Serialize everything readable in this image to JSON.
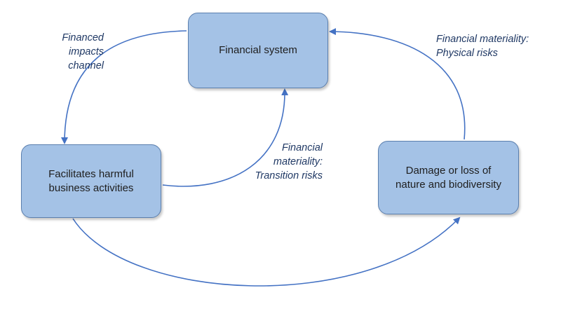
{
  "nodes": {
    "financial_system": "Financial system",
    "harmful_activities": "Facilitates harmful\nbusiness activities",
    "nature_loss": "Damage or loss of\nnature and biodiversity"
  },
  "labels": {
    "financed_impacts": "Financed\nimpacts channel",
    "physical_risks": "Financial materiality:\nPhysical risks",
    "transition_risks": "Financial\nmateriality:\nTransition risks"
  },
  "colors": {
    "box_fill": "#a4c2e6",
    "box_border": "#5b7fae",
    "arrow": "#4472c4",
    "label_text": "#1f3864"
  }
}
